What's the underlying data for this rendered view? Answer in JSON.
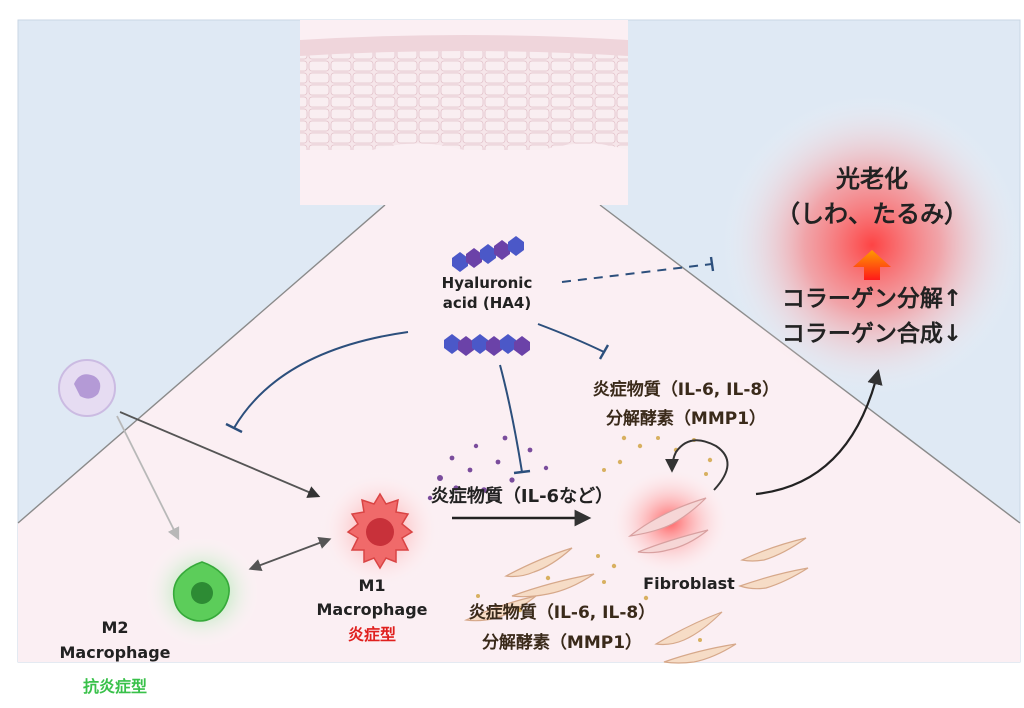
{
  "colors": {
    "background_top": "#dfe9f4",
    "tissue_pink": "#fbeff3",
    "epidermis": "#f3e2e6",
    "ha_blue": "#4b58c8",
    "ha_purple": "#6b42a8",
    "inhibit_line": "#2c4f7c",
    "arrow_dark": "#333333",
    "m1_red": "#e63a3a",
    "m2_green": "#3ec44a",
    "m2_label_green": "#39c14a",
    "glow_red": "#ff3b3b",
    "up_arrow_red": "#ff1a1a",
    "up_arrow_orange": "#ff9a00",
    "mediator_dot": "#7a4c9c",
    "enzyme_dot": "#d8b060"
  },
  "labels": {
    "hyaluronic_line1": "Hyaluronic",
    "hyaluronic_line2": "acid (HA4)",
    "photoaging_title": "光老化",
    "photoaging_sub": "（しわ、たるみ）",
    "collagen_degrade": "コラーゲン分解↑",
    "collagen_synth": "コラーゲン合成↓",
    "mediators_top_line1": "炎症物質（IL-6, IL-8）",
    "mediators_top_line2": "分解酵素（MMP1）",
    "mediators_mid": "炎症物質（IL-6など）",
    "fibroblast": "Fibroblast",
    "mediators_bottom_line1": "炎症物質（IL-6, IL-8）",
    "mediators_bottom_line2": "分解酵素（MMP1）",
    "m1_line1": "M1",
    "m1_line2": "Macrophage",
    "m1_type": "炎症型",
    "m2_line1": "M2",
    "m2_line2": "Macrophage",
    "m2_type": "抗炎症型"
  }
}
